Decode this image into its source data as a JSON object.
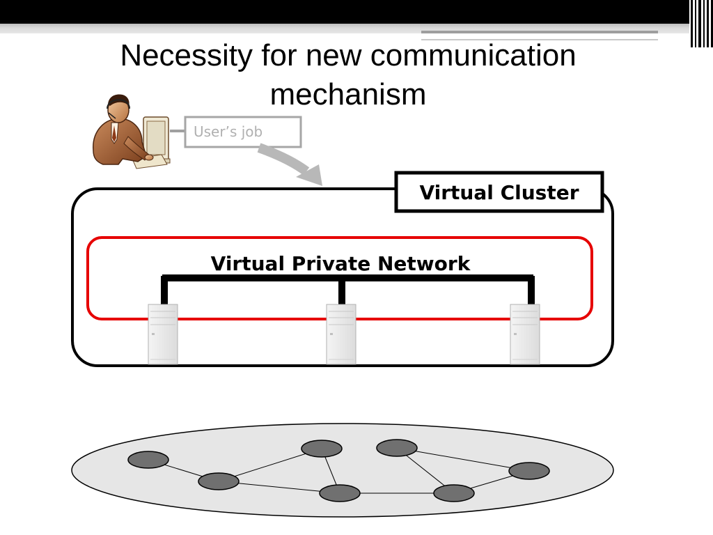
{
  "slide": {
    "title_line1": "Necessity for new communication",
    "title_line2": "mechanism"
  },
  "diagram": {
    "user_job_label": "User’s  job",
    "virtual_cluster_label": "Virtual Cluster",
    "vpn_label": "Virtual Private Network",
    "vm_count": 3,
    "physical_node_count": 7
  },
  "colors": {
    "top_bar": "#000000",
    "vpn_border": "#e60000",
    "cluster_border": "#000000",
    "network_fill": "#e6e6e6",
    "node_fill": "#707070",
    "arrow": "#b8b8b8"
  },
  "icons": {
    "user": "user-at-computer-icon",
    "vm": "server-tower-icon"
  }
}
